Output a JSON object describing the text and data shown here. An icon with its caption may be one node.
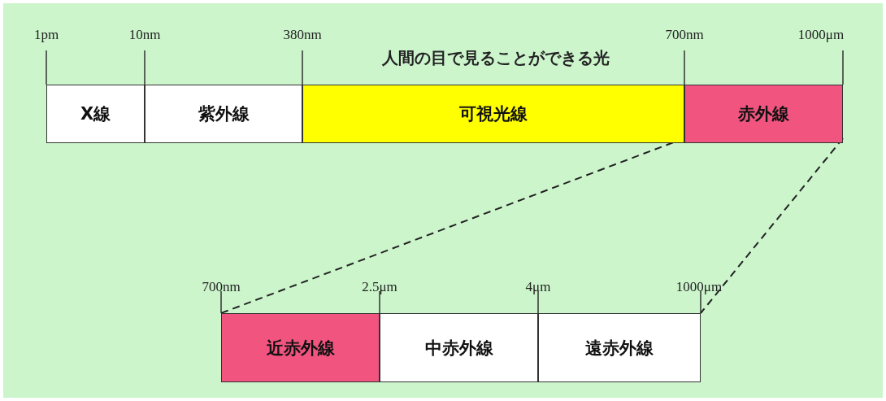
{
  "diagram": {
    "nodes": [
      {
        "text": [
          "X線"
        ]
      },
      {
        "text": [
          "紫外線"
        ]
      },
      {
        "text": [
          "可視光線"
        ]
      },
      {
        "text": [
          "赤外線"
        ]
      },
      {
        "text": [
          "近赤外線"
        ]
      },
      {
        "text": [
          "中赤外線"
        ]
      },
      {
        "text": [
          "遠赤外線"
        ]
      }
    ],
    "edges": [
      {
        "from": 3,
        "to": 4,
        "arrow": "none",
        "style": "dashed"
      },
      {
        "from": 3,
        "to": 6,
        "arrow": "none",
        "style": "dashed"
      }
    ],
    "labels": [
      "1pm",
      "10nm",
      "380nm",
      "700nm",
      "1000μm",
      "人間の目で見ることができる光",
      "700nm",
      "2.5μm",
      "4μm",
      "1000μm"
    ]
  }
}
